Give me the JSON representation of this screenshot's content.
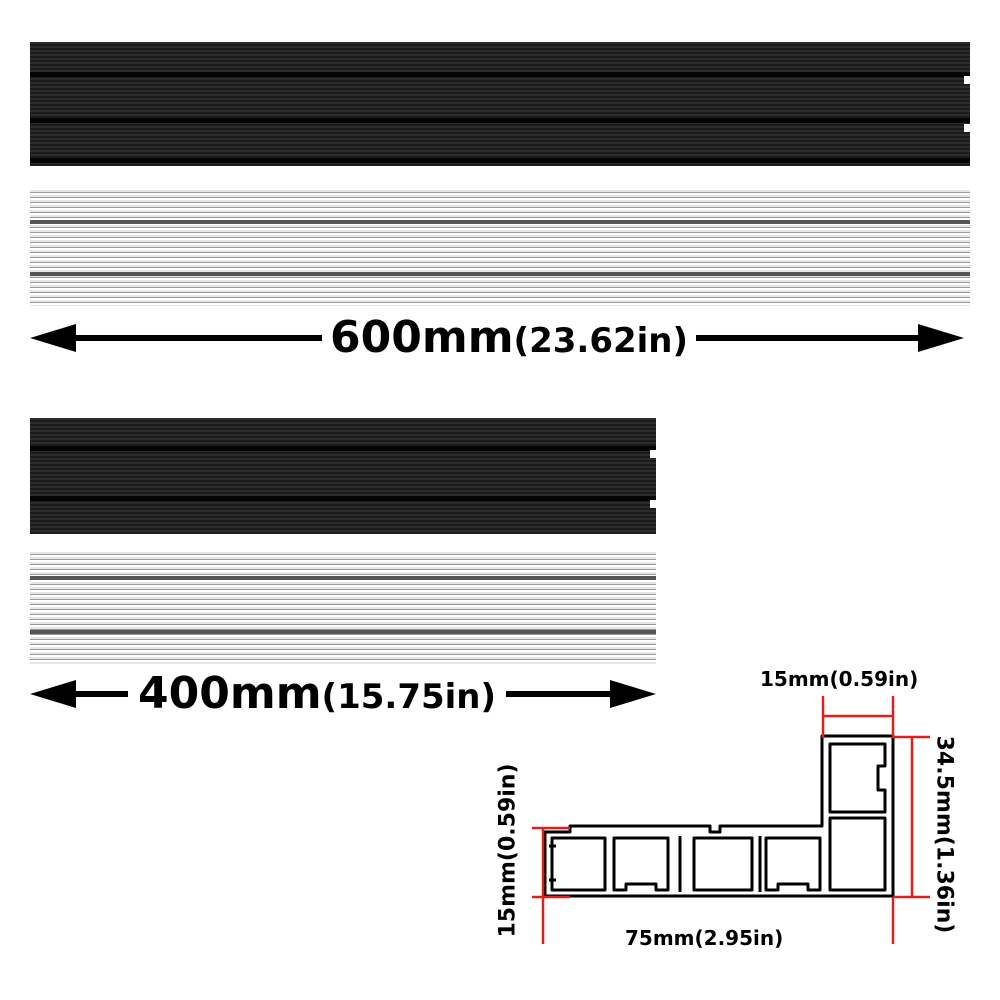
{
  "long_rail": {
    "length_mm": "600mm",
    "length_in": "(23.62in)",
    "colors": [
      "black",
      "silver"
    ]
  },
  "short_rail": {
    "length_mm": "400mm",
    "length_in": "(15.75in)",
    "colors": [
      "black",
      "silver"
    ]
  },
  "cross_section": {
    "slot_width": "15mm(0.59in)",
    "total_height": "34.5mm(1.36in)",
    "base_height": "15mm(0.59in)",
    "total_width": "75mm(2.95in)"
  },
  "colors": {
    "rail_black": "#1b1b1b",
    "rail_silver": "#e6e6e6",
    "dimension_red": "#e0201f",
    "profile_outline": "#000000"
  }
}
